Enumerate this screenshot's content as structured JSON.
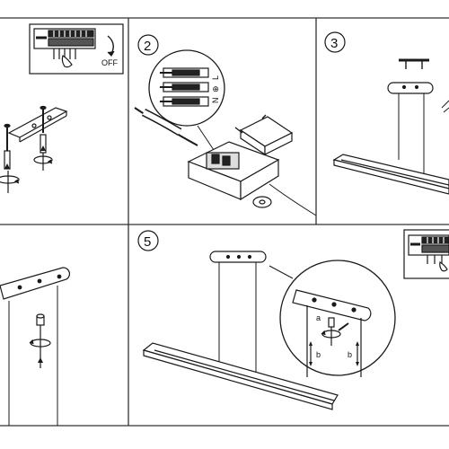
{
  "panels": [
    {
      "step": "",
      "labels": [
        "OFF"
      ]
    },
    {
      "step": "2",
      "labels": [
        "N",
        "⊕",
        "L"
      ]
    },
    {
      "step": "3",
      "labels": []
    },
    {
      "step": "",
      "labels": []
    },
    {
      "step": "5",
      "labels": [
        "a",
        "b",
        "b"
      ]
    },
    {
      "step": "",
      "labels": []
    }
  ],
  "colors": {
    "line": "#1a1a1a",
    "fill": "#ffffff",
    "panel_border": "#333333"
  }
}
